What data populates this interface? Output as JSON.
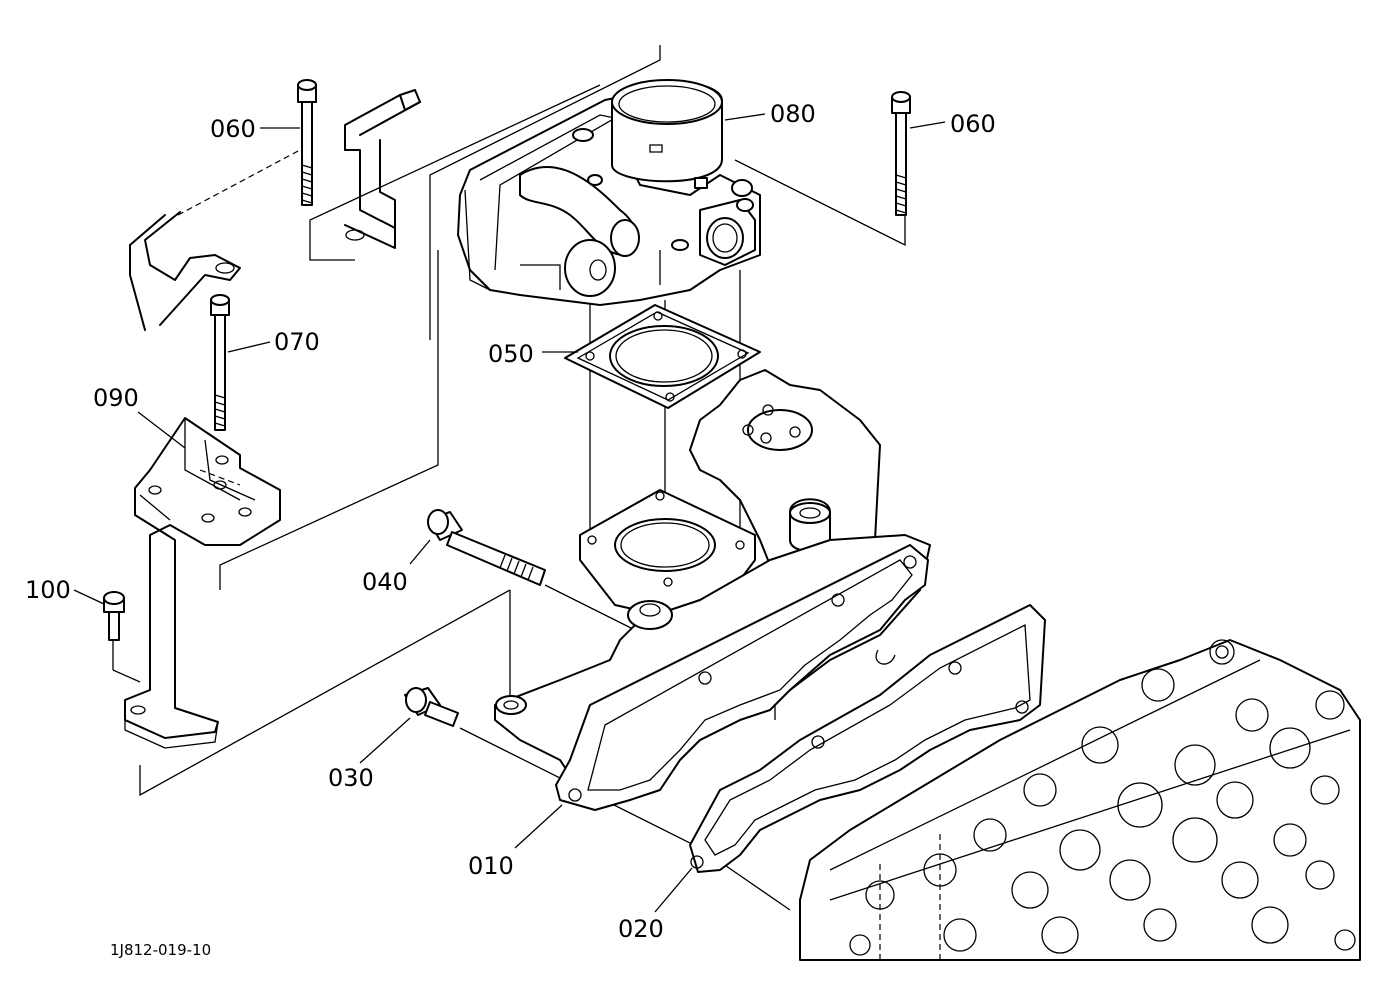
{
  "diagram": {
    "drawing_code": "1J812-019-10",
    "parts": [
      {
        "id": "p010",
        "label": "010",
        "name": "intake-manifold"
      },
      {
        "id": "p020",
        "label": "020",
        "name": "manifold-gasket"
      },
      {
        "id": "p030",
        "label": "030",
        "name": "flange-bolt-short"
      },
      {
        "id": "p040",
        "label": "040",
        "name": "stud-bolt-long"
      },
      {
        "id": "p050",
        "label": "050",
        "name": "throttle-gasket"
      },
      {
        "id": "p060a",
        "label": "060",
        "name": "bolt-left"
      },
      {
        "id": "p060b",
        "label": "060",
        "name": "bolt-right"
      },
      {
        "id": "p070",
        "label": "070",
        "name": "bracket-bolt"
      },
      {
        "id": "p080",
        "label": "080",
        "name": "throttle-body"
      },
      {
        "id": "p090",
        "label": "090",
        "name": "support-bracket"
      },
      {
        "id": "p100",
        "label": "100",
        "name": "small-bolt"
      }
    ]
  }
}
